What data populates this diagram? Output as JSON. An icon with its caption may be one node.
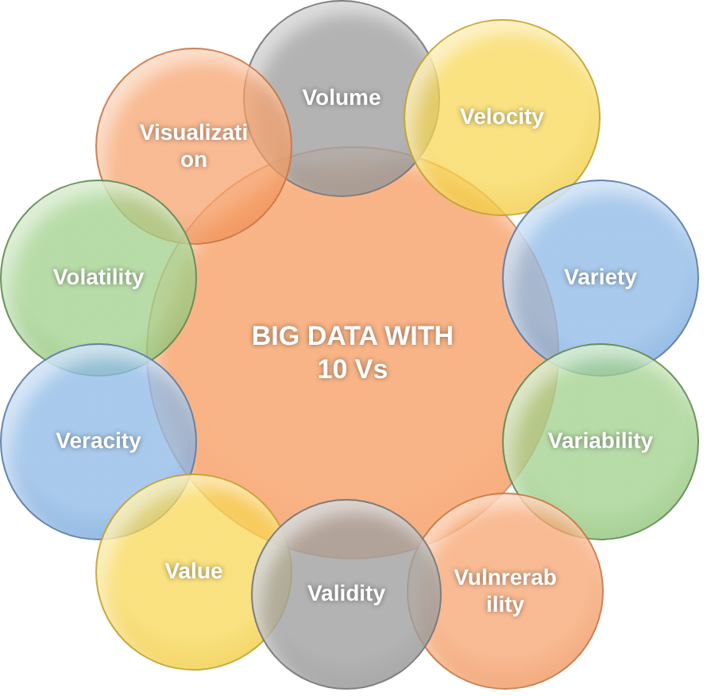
{
  "diagram": {
    "nodes": [
      {
        "text": [
          "BIG DATA WITH 10 Vs"
        ]
      },
      {
        "text": [
          "Volume"
        ]
      },
      {
        "text": [
          "Velocity"
        ]
      },
      {
        "text": [
          "Visualizati on"
        ]
      },
      {
        "text": [
          "Volatility"
        ]
      },
      {
        "text": [
          "Variety"
        ]
      },
      {
        "text": [
          "Veracity"
        ]
      },
      {
        "text": [
          "Variability"
        ]
      },
      {
        "text": [
          "Value"
        ]
      },
      {
        "text": [
          "Vulnrerab ility"
        ]
      },
      {
        "text": [
          "Validity"
        ]
      }
    ],
    "edges": []
  }
}
